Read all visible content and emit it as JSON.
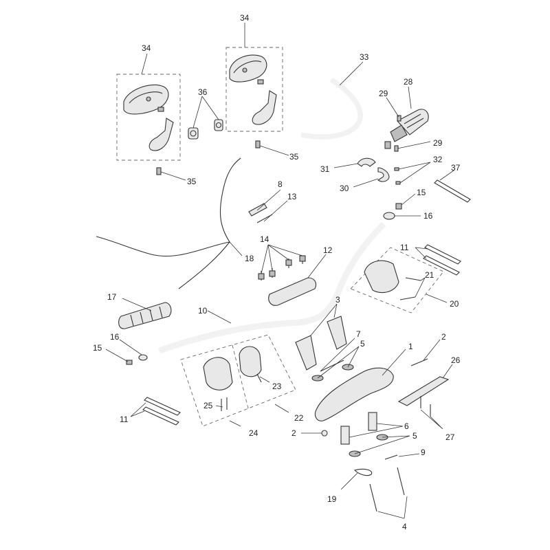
{
  "diagram": {
    "parts": [
      {
        "id": "mirror-left",
        "label": "34"
      },
      {
        "id": "mirror-right",
        "label": "34"
      },
      {
        "id": "mirror-clamp",
        "label": "36"
      },
      {
        "id": "mirror-screw-left",
        "label": "35"
      },
      {
        "id": "mirror-screw-right",
        "label": "35"
      },
      {
        "id": "clutch-hose",
        "label": "33"
      },
      {
        "id": "throttle-grip",
        "label": "28"
      },
      {
        "id": "grip-screw-top",
        "label": "29"
      },
      {
        "id": "grip-screw-bottom",
        "label": "29"
      },
      {
        "id": "grip-clamp-half",
        "label": "31"
      },
      {
        "id": "grip-clamp-lower",
        "label": "30"
      },
      {
        "id": "clamp-screws",
        "label": "32"
      },
      {
        "id": "cable-tie-right",
        "label": "37"
      },
      {
        "id": "cap-bolt",
        "label": "15"
      },
      {
        "id": "bar-end-washer",
        "label": "16"
      },
      {
        "id": "switch-pin",
        "label": "8"
      },
      {
        "id": "roll-pin",
        "label": "13"
      },
      {
        "id": "clamp-bolts",
        "label": "14"
      },
      {
        "id": "upper-clamp",
        "label": "12"
      },
      {
        "id": "wiring-harness",
        "label": "18"
      },
      {
        "id": "cable-ties-right",
        "label": "11"
      },
      {
        "id": "right-switch-screws",
        "label": "21"
      },
      {
        "id": "right-switch-housing",
        "label": "20"
      },
      {
        "id": "left-grip",
        "label": "17"
      },
      {
        "id": "handlebar",
        "label": "10"
      },
      {
        "id": "risers",
        "label": "3"
      },
      {
        "id": "riser-pin",
        "label": "7"
      },
      {
        "id": "riser-bushes",
        "label": "5"
      },
      {
        "id": "top-yoke",
        "label": "1"
      },
      {
        "id": "yoke-bolt",
        "label": "2"
      },
      {
        "id": "yoke-cover",
        "label": "26"
      },
      {
        "id": "left-end-washer",
        "label": "16"
      },
      {
        "id": "left-end-bolt",
        "label": "15"
      },
      {
        "id": "switch-screw-left",
        "label": "23"
      },
      {
        "id": "switch-screws-lower",
        "label": "25"
      },
      {
        "id": "left-switch-upper",
        "label": "22"
      },
      {
        "id": "left-switch-assembly",
        "label": "24"
      },
      {
        "id": "cable-ties-left",
        "label": "11"
      },
      {
        "id": "lower-spacers",
        "label": "6"
      },
      {
        "id": "lower-bushes",
        "label": "5"
      },
      {
        "id": "cover-screws",
        "label": "27"
      },
      {
        "id": "yoke-nut",
        "label": "2"
      },
      {
        "id": "split-pin",
        "label": "9"
      },
      {
        "id": "clip",
        "label": "19"
      },
      {
        "id": "riser-bolts",
        "label": "4"
      }
    ]
  }
}
